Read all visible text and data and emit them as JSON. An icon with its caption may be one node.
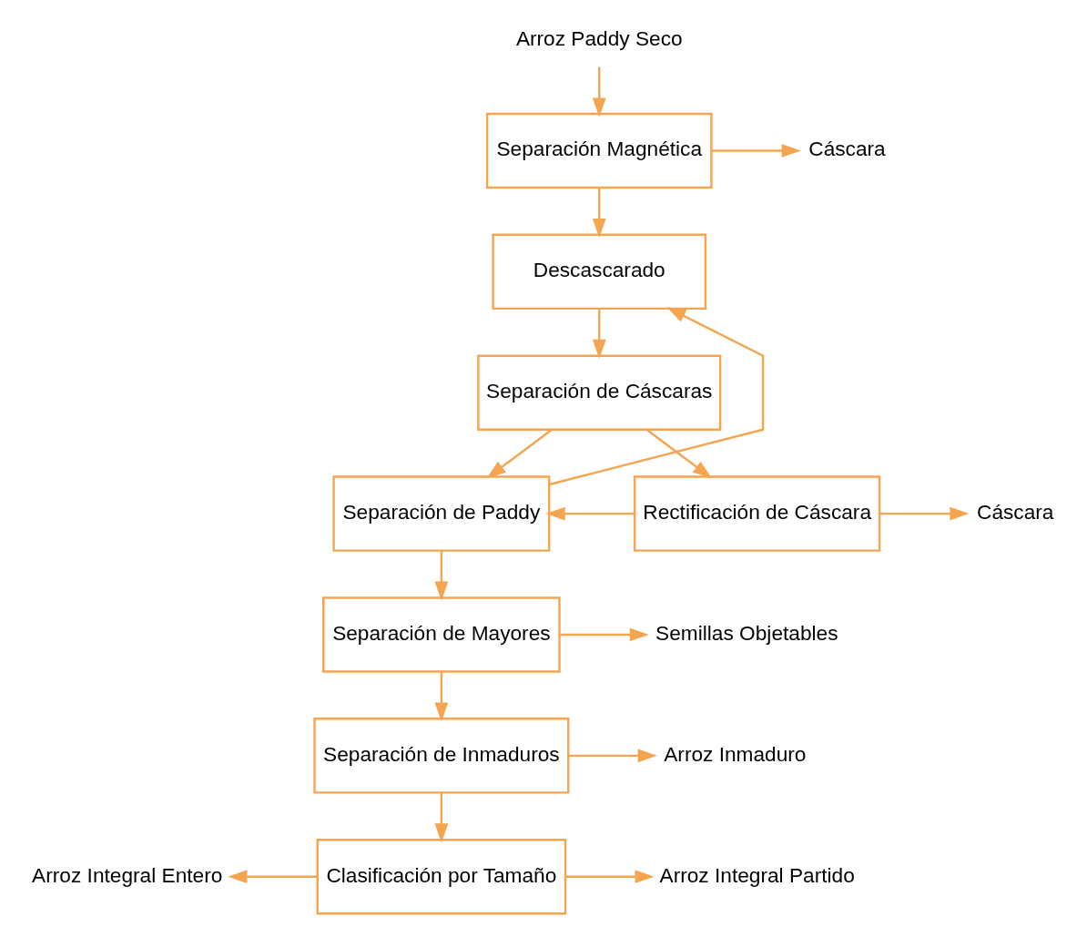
{
  "diagram": {
    "nodes": [
      {
        "text": [
          "Arroz Paddy Seco"
        ]
      },
      {
        "text": [
          "Separación Magnética"
        ]
      },
      {
        "text": [
          "Cáscara"
        ]
      },
      {
        "text": [
          "Descascarado"
        ]
      },
      {
        "text": [
          "Separación de Cáscaras"
        ]
      },
      {
        "text": [
          "Separación de Paddy"
        ]
      },
      {
        "text": [
          "Rectificación de Cáscara"
        ]
      },
      {
        "text": [
          "Cáscara"
        ]
      },
      {
        "text": [
          "Separación de Mayores"
        ]
      },
      {
        "text": [
          "Semillas Objetables"
        ]
      },
      {
        "text": [
          "Separación de Inmaduros"
        ]
      },
      {
        "text": [
          "Arroz Inmaduro"
        ]
      },
      {
        "text": [
          "Arroz Integral Entero"
        ]
      },
      {
        "text": [
          "Clasificación por Tamaño"
        ]
      },
      {
        "text": [
          "Arroz Integral Partido"
        ]
      }
    ],
    "edges": [
      {
        "from": 0,
        "to": 1,
        "arrow": "to"
      },
      {
        "from": 1,
        "to": 2,
        "arrow": "to"
      },
      {
        "from": 1,
        "to": 3,
        "arrow": "to"
      },
      {
        "from": 5,
        "to": 3,
        "arrow": "to"
      },
      {
        "from": 3,
        "to": 4,
        "arrow": "to"
      },
      {
        "from": 4,
        "to": 5,
        "arrow": "to"
      },
      {
        "from": 4,
        "to": 6,
        "arrow": "to"
      },
      {
        "from": 6,
        "to": 5,
        "arrow": "to"
      },
      {
        "from": 6,
        "to": 7,
        "arrow": "to"
      },
      {
        "from": 5,
        "to": 8,
        "arrow": "to"
      },
      {
        "from": 8,
        "to": 9,
        "arrow": "to"
      },
      {
        "from": 8,
        "to": 10,
        "arrow": "to"
      },
      {
        "from": 10,
        "to": 11,
        "arrow": "to"
      },
      {
        "from": 10,
        "to": 13,
        "arrow": "to"
      },
      {
        "from": 13,
        "to": 12,
        "arrow": "to"
      },
      {
        "from": 13,
        "to": 14,
        "arrow": "to"
      }
    ]
  }
}
